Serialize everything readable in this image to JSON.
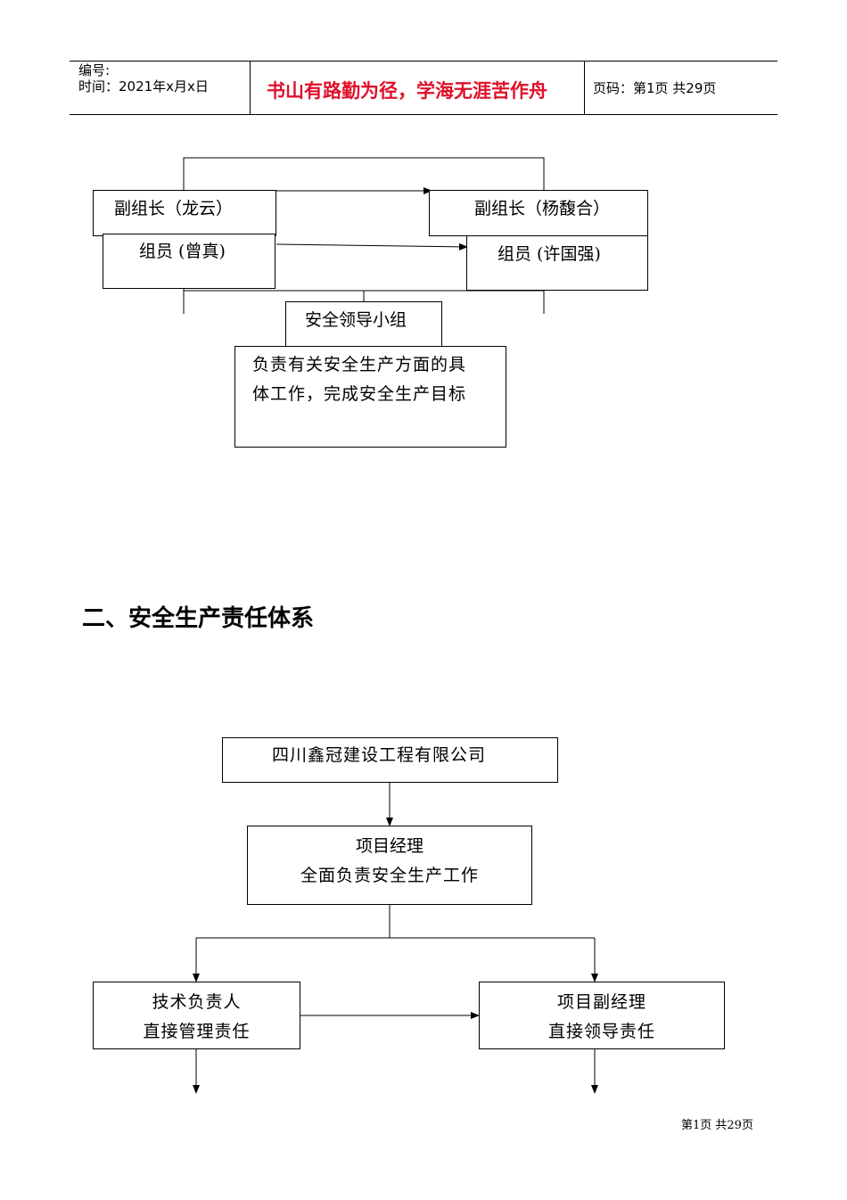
{
  "header": {
    "number_label": "编号:",
    "time_label": "时间：2021年x月x日",
    "motto": "书山有路勤为径，学海无涯苦作舟",
    "page_label": "页码：第1页 共29页"
  },
  "org_chart_1": {
    "deputy_left": "副组长（龙云）",
    "deputy_right": "副组长（杨馥合）",
    "member_left": "组员 (曾真)",
    "member_right": "组员 (许国强)",
    "group": "安全领导小组",
    "duty_line1": "负责有关安全生产方面的具",
    "duty_line2": "体工作，完成安全生产目标"
  },
  "section": {
    "title": "二、安全生产责任体系"
  },
  "org_chart_2": {
    "company": "四川鑫冠建设工程有限公司",
    "pm_title": "项目经理",
    "pm_duty": "全面负责安全生产工作",
    "tech_title": "技术负责人",
    "tech_duty": "直接管理责任",
    "deputy_pm_title": "项目副经理",
    "deputy_pm_duty": "直接领导责任"
  },
  "footer": {
    "page_text": "第1页 共29页"
  }
}
